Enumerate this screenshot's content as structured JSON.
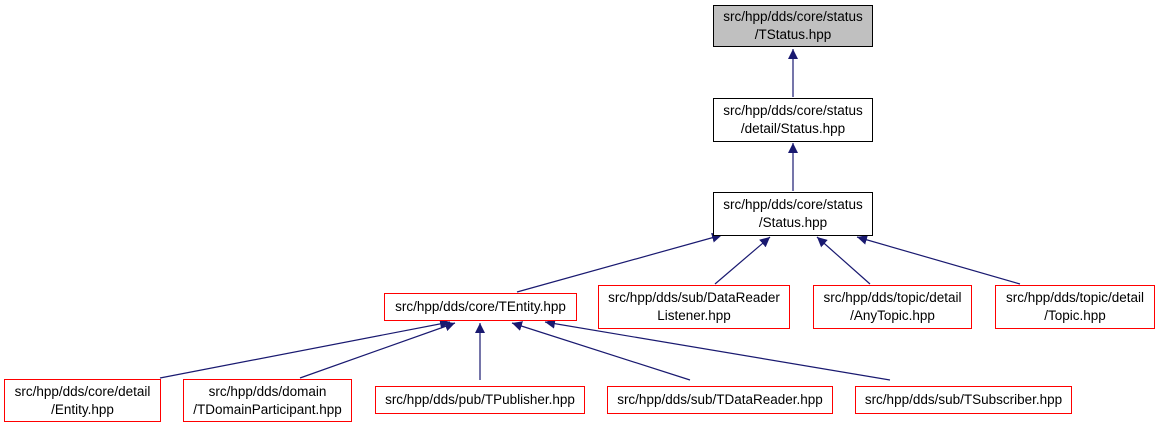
{
  "colors": {
    "edge": "#191970",
    "current_fill": "#c0c0c0",
    "border_normal": "#000000",
    "border_truncated": "#ff0000"
  },
  "nodes": {
    "tstatus": {
      "lines": [
        "src/hpp/dds/core/status",
        "/TStatus.hpp"
      ]
    },
    "detail_status": {
      "lines": [
        "src/hpp/dds/core/status",
        "/detail/Status.hpp"
      ]
    },
    "status": {
      "lines": [
        "src/hpp/dds/core/status",
        "/Status.hpp"
      ]
    },
    "tentity": {
      "lines": [
        "src/hpp/dds/core/TEntity.hpp"
      ]
    },
    "datareader_listener": {
      "lines": [
        "src/hpp/dds/sub/DataReader",
        "Listener.hpp"
      ]
    },
    "anytopic": {
      "lines": [
        "src/hpp/dds/topic/detail",
        "/AnyTopic.hpp"
      ]
    },
    "topic": {
      "lines": [
        "src/hpp/dds/topic/detail",
        "/Topic.hpp"
      ]
    },
    "entity": {
      "lines": [
        "src/hpp/dds/core/detail",
        "/Entity.hpp"
      ]
    },
    "tdomainparticipant": {
      "lines": [
        "src/hpp/dds/domain",
        "/TDomainParticipant.hpp"
      ]
    },
    "tpublisher": {
      "lines": [
        "src/hpp/dds/pub/TPublisher.hpp"
      ]
    },
    "tdatareader": {
      "lines": [
        "src/hpp/dds/sub/TDataReader.hpp"
      ]
    },
    "tsubscriber": {
      "lines": [
        "src/hpp/dds/sub/TSubscriber.hpp"
      ]
    }
  }
}
